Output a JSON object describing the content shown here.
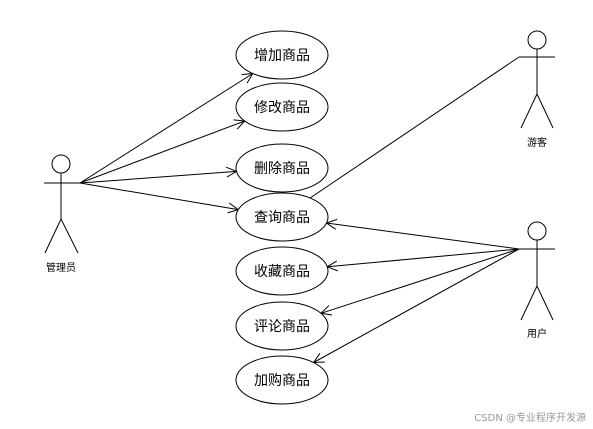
{
  "actors": [
    {
      "id": "admin",
      "label": "管理员"
    },
    {
      "id": "visitor",
      "label": "游客"
    },
    {
      "id": "user",
      "label": "用户"
    }
  ],
  "use_cases": [
    {
      "id": "add",
      "label": "增加商品"
    },
    {
      "id": "edit",
      "label": "修改商品"
    },
    {
      "id": "delete",
      "label": "删除商品"
    },
    {
      "id": "query",
      "label": "查询商品"
    },
    {
      "id": "favorite",
      "label": "收藏商品"
    },
    {
      "id": "comment",
      "label": "评论商品"
    },
    {
      "id": "cart",
      "label": "加购商品"
    }
  ],
  "associations": [
    {
      "from": "admin",
      "to": "add"
    },
    {
      "from": "admin",
      "to": "edit"
    },
    {
      "from": "admin",
      "to": "delete"
    },
    {
      "from": "admin",
      "to": "query"
    },
    {
      "from": "visitor",
      "to": "query"
    },
    {
      "from": "user",
      "to": "query"
    },
    {
      "from": "user",
      "to": "favorite"
    },
    {
      "from": "user",
      "to": "comment"
    },
    {
      "from": "user",
      "to": "cart"
    }
  ],
  "watermark": "CSDN @专业程序开发源"
}
